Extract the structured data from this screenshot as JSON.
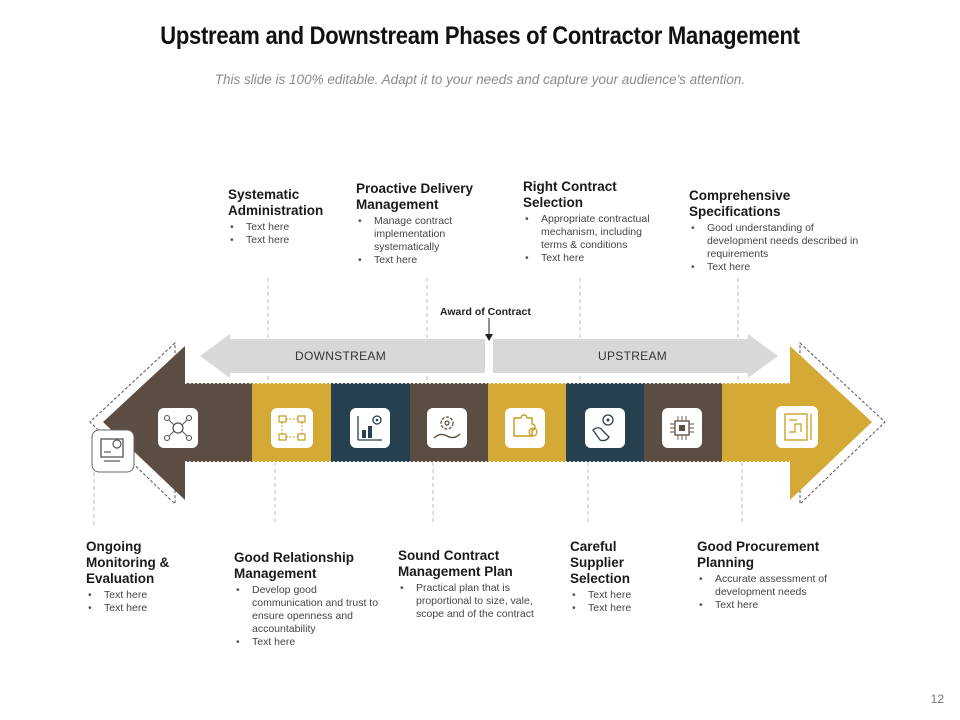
{
  "title": "Upstream and Downstream Phases of Contractor Management",
  "subtitle": "This slide is 100% editable. Adapt it to your needs and capture your audience's attention.",
  "page_number": "12",
  "award_label": "Award of Contract",
  "downstream_label": "DOWNSTREAM",
  "upstream_label": "UPSTREAM",
  "colors": {
    "brown": "#5c4d42",
    "gold": "#d4a935",
    "navy": "#26404f",
    "gray": "#d8d8d8"
  },
  "top_blocks": [
    {
      "heading": "Systematic Administration",
      "bullets": [
        "Text here",
        "Text here"
      ]
    },
    {
      "heading": "Proactive Delivery Management",
      "bullets": [
        "Manage contract implementation systematically",
        "Text here"
      ]
    },
    {
      "heading": "Right Contract Selection",
      "bullets": [
        "Appropriate contractual mechanism, including terms & conditions",
        "Text here"
      ]
    },
    {
      "heading": "Comprehensive Specifications",
      "bullets": [
        "Good understanding of development needs described in requirements",
        "Text here"
      ]
    }
  ],
  "bottom_blocks": [
    {
      "heading": "Ongoing Monitoring & Evaluation",
      "bullets": [
        "Text here",
        "Text here"
      ]
    },
    {
      "heading": "Good Relationship Management",
      "bullets": [
        "Develop good communication and trust to ensure openness and accountability",
        "Text here"
      ]
    },
    {
      "heading": "Sound Contract Management Plan",
      "bullets": [
        "Practical plan that is proportional to size, vale, scope and of the contract"
      ]
    },
    {
      "heading": "Careful Supplier Selection",
      "bullets": [
        "Text here",
        "Text here"
      ]
    },
    {
      "heading": "Good Procurement Planning",
      "bullets": [
        "Accurate assessment of development needs",
        "Text here"
      ]
    }
  ],
  "icons": [
    "monitoring-icon",
    "network-icon",
    "flowchart-icon",
    "chart-gear-icon",
    "gear-hand-icon",
    "puzzle-icon",
    "hand-gear-icon",
    "chip-icon",
    "blueprint-icon"
  ]
}
